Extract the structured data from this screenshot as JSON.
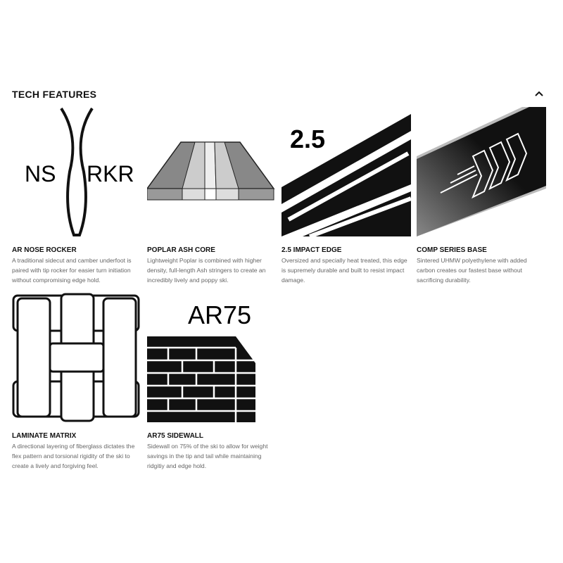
{
  "header": {
    "title": "TECH FEATURES",
    "collapse_icon": "chevron-up-icon"
  },
  "features": [
    {
      "title": "AR NOSE ROCKER",
      "desc": "A traditional sidecut and camber underfoot is paired with tip rocker for easier turn initiation without compromising edge hold.",
      "icon": "ski-profile-icon",
      "icon_labels": [
        "NS",
        "RKR"
      ]
    },
    {
      "title": "POPLAR ASH CORE",
      "desc": "Lightweight Poplar is combined with higher density, full-length Ash stringers to create an incredibly lively and poppy ski.",
      "icon": "wood-core-icon"
    },
    {
      "title": "2.5 IMPACT EDGE",
      "desc": "Oversized and specially heat treated, this edge is supremely durable and built to resist impact damage.",
      "icon": "edge-icon",
      "icon_label": "2.5"
    },
    {
      "title": "COMP SERIES BASE",
      "desc": "Sintered UHMW polyethylene with added carbon creates our fastest base without sacrificing durability.",
      "icon": "base-icon"
    },
    {
      "title": "LAMINATE MATRIX",
      "desc": "A directional layering of fiberglass dictates the flex pattern and torsional rigidity of the ski to create a lively and forgiving feel.",
      "icon": "weave-icon"
    },
    {
      "title": "AR75 SIDEWALL",
      "desc": "Sidewall on 75% of the ski to allow for weight savings in the tip and tail while maintaining ridgitiy and edge hold.",
      "icon": "brick-wall-icon",
      "icon_label": "AR75"
    }
  ]
}
